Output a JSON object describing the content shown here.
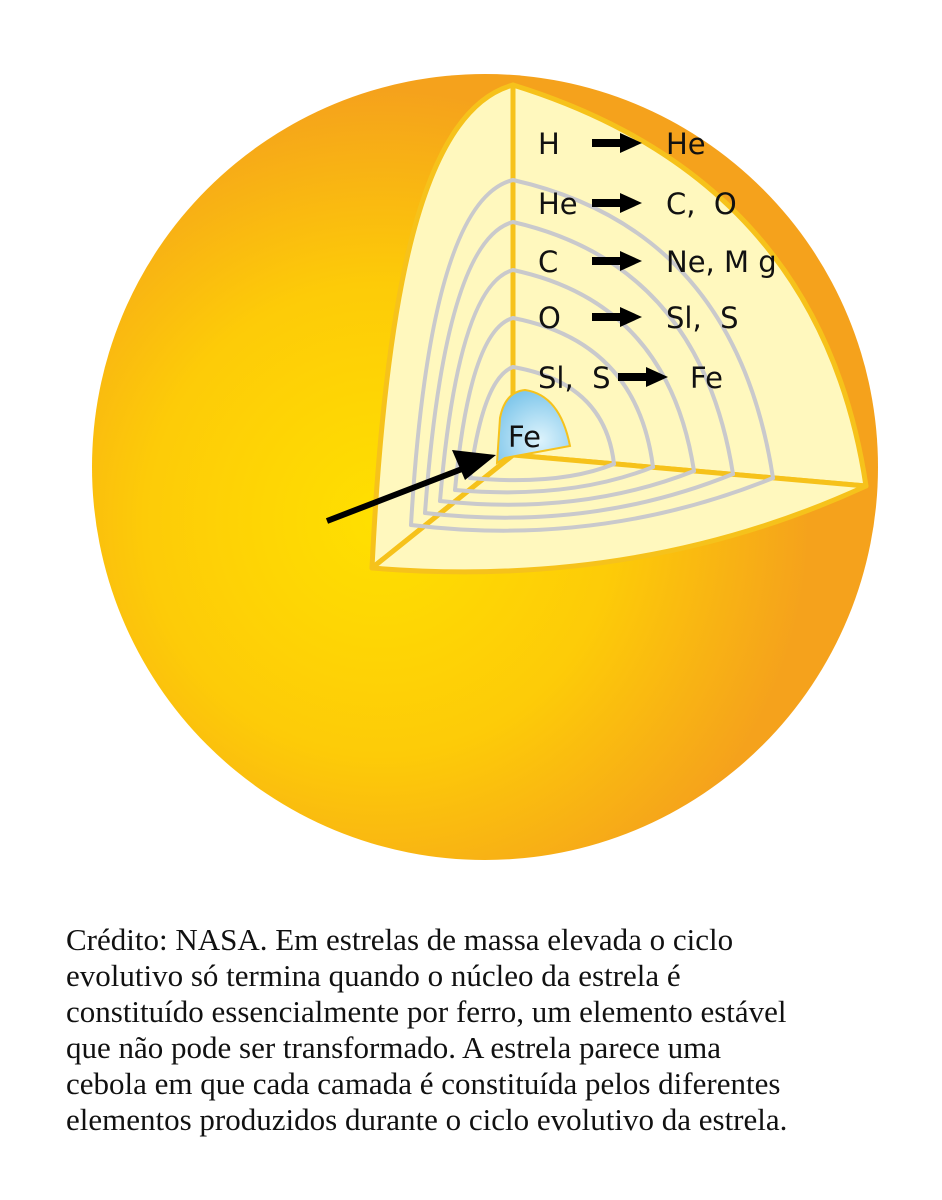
{
  "diagram": {
    "layers": [
      {
        "from": "H",
        "to": "He"
      },
      {
        "from": "He",
        "to": "C,  O"
      },
      {
        "from": "C",
        "to": "Ne, M g"
      },
      {
        "from": "O",
        "to": "Sl,  S"
      },
      {
        "from": "Sl,  S",
        "to": "Fe"
      }
    ],
    "core": {
      "label": "Fe"
    },
    "colors": {
      "sphere_center": "#FFE000",
      "sphere_edge": "#F5A21C",
      "cutaway_face": "#FFF8BE",
      "cutaway_edge": "#F6C21B",
      "shell_lines": "#C9C9CC",
      "core": "#7FC8EC",
      "arrow": "#000000"
    }
  },
  "caption": {
    "lines": [
      "Crédito: NASA. Em estrelas de massa elevada o ciclo",
      "evolutivo só termina quando o núcleo da estrela é",
      "constituído essencialmente por ferro, um elemento estável",
      "que não pode ser transformado. A estrela parece uma",
      "cebola em que cada camada é constituída pelos diferentes",
      "elementos produzidos durante o ciclo evolutivo da estrela."
    ]
  }
}
